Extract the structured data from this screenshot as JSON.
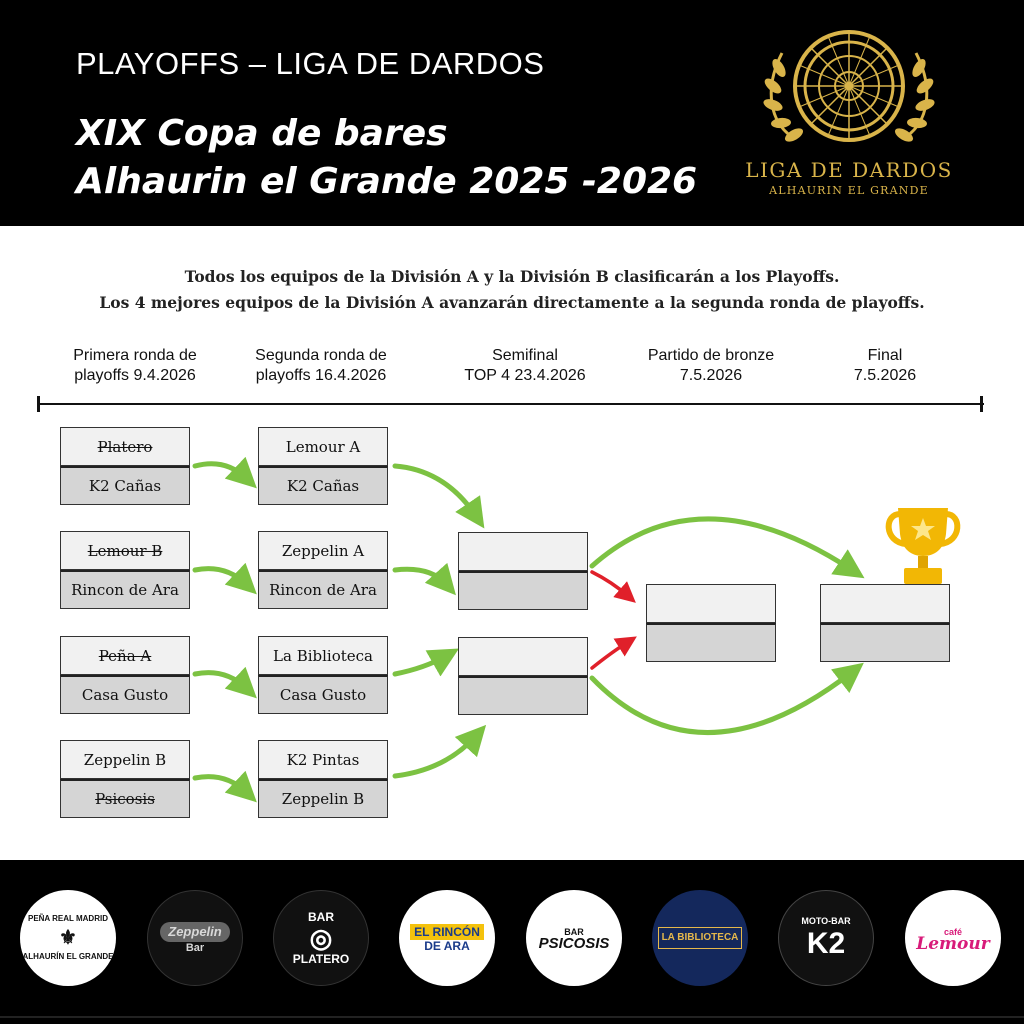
{
  "header": {
    "kicker": "PLAYOFFS – LIGA DE DARDOS",
    "title_line1": "XIX Copa de bares",
    "title_line2": "Alhaurin el Grande 2025 -2026",
    "logo_text": "LIGA DE DARDOS",
    "logo_subtext": "ALHAURIN EL GRANDE",
    "logo_color": "#d9b44a"
  },
  "intro": {
    "line1": "Todos los equipos de la División A y la División B clasificarán a los Playoffs.",
    "line2": "Los 4 mejores equipos de la División A avanzarán directamente a la segunda ronda de playoffs."
  },
  "rounds": [
    {
      "line1": "Primera ronda de",
      "line2": "playoffs 9.4.2026"
    },
    {
      "line1": "Segunda ronda de",
      "line2": "playoffs 16.4.2026"
    },
    {
      "line1": "Semifinal",
      "line2": "TOP 4 23.4.2026"
    },
    {
      "line1": "Partido de bronze",
      "line2": "7.5.2026"
    },
    {
      "line1": "Final",
      "line2": "7.5.2026"
    }
  ],
  "bracket": {
    "round1": [
      {
        "top": "Platero",
        "top_eliminated": true,
        "bottom": "K2 Cañas",
        "bottom_eliminated": false
      },
      {
        "top": "Lemour B",
        "top_eliminated": true,
        "bottom": "Rincon de Ara",
        "bottom_eliminated": false
      },
      {
        "top": "Peña A",
        "top_eliminated": true,
        "bottom": "Casa Gusto",
        "bottom_eliminated": false
      },
      {
        "top": "Zeppelin B",
        "top_eliminated": false,
        "bottom": "Psicosis",
        "bottom_eliminated": true
      }
    ],
    "round2": [
      {
        "top": "Lemour A",
        "bottom": "K2 Cañas"
      },
      {
        "top": "Zeppelin A",
        "bottom": "Rincon de Ara"
      },
      {
        "top": "La Biblioteca",
        "bottom": "Casa Gusto"
      },
      {
        "top": "K2 Pintas",
        "bottom": "Zeppelin B"
      }
    ],
    "semifinal": [
      {
        "top": "",
        "bottom": ""
      },
      {
        "top": "",
        "bottom": ""
      }
    ],
    "bronze": {
      "top": "",
      "bottom": ""
    },
    "final": {
      "top": "",
      "bottom": ""
    }
  },
  "colors": {
    "advance_arrow": "#7cc242",
    "loser_arrow": "#e0202a",
    "trophy": "#f2b705"
  },
  "sponsors": [
    {
      "name": "Peña Real Madrid Alhaurin el Grande",
      "label": "PEÑA REAL MADRID",
      "sub": "ALHAURÍN EL GRANDE",
      "bg": "#ffffff",
      "fg": "#111111"
    },
    {
      "name": "Zeppelin Bar",
      "label": "Zeppelin",
      "sub": "Bar",
      "bg": "#111111",
      "fg": "#d8d8d8"
    },
    {
      "name": "Bar Platero",
      "label": "BAR",
      "sub": "PLATERO",
      "bg": "#111111",
      "fg": "#ffffff"
    },
    {
      "name": "El Rincon de Ara",
      "label": "EL RINCÓN",
      "sub": "DE ARA",
      "bg": "#ffffff",
      "fg": "#1a3b8a"
    },
    {
      "name": "Bar Psicosis",
      "label": "BAR",
      "sub": "PSICOSIS",
      "bg": "#ffffff",
      "fg": "#111111"
    },
    {
      "name": "La Biblioteca",
      "label": "LA BIBLIOTECA",
      "sub": "",
      "bg": "#14285c",
      "fg": "#e5b84b"
    },
    {
      "name": "Moto-Bar K2",
      "label": "MOTO-BAR",
      "sub": "K2",
      "bg": "#111111",
      "fg": "#ffffff"
    },
    {
      "name": "Café Lemour",
      "label": "café",
      "sub": "Lemour",
      "bg": "#ffffff",
      "fg": "#d81b7a"
    }
  ]
}
